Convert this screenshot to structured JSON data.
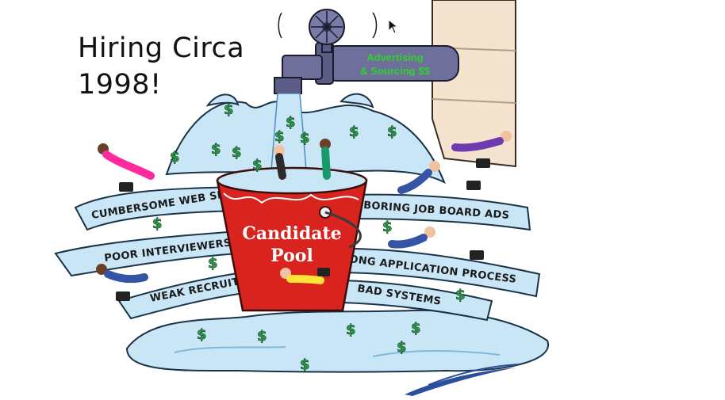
{
  "heading": {
    "line1": "Hiring Circa",
    "line2": "1998!"
  },
  "pipe_label": {
    "line1": "Advertising",
    "line2": "& Sourcing $$"
  },
  "bucket_label": {
    "line1": "Candidate",
    "line2": "Pool"
  },
  "leaks": [
    "CUMBERSOME WEB SITE",
    "POOR INTERVIEWERS",
    "WEAK RECRUITERS",
    "BORING JOB BOARD ADS",
    "LONG APPLICATION PROCESS",
    "BAD SYSTEMS"
  ],
  "money_symbol": "$",
  "colors": {
    "bucket": "#d8231e",
    "water": "#c9e6f7",
    "pipe": "#6e6f9a",
    "money": "#2a9d4a",
    "wall": "#f3e3cf"
  },
  "icons": [
    "faucet-icon",
    "pointer-cursor-icon"
  ]
}
